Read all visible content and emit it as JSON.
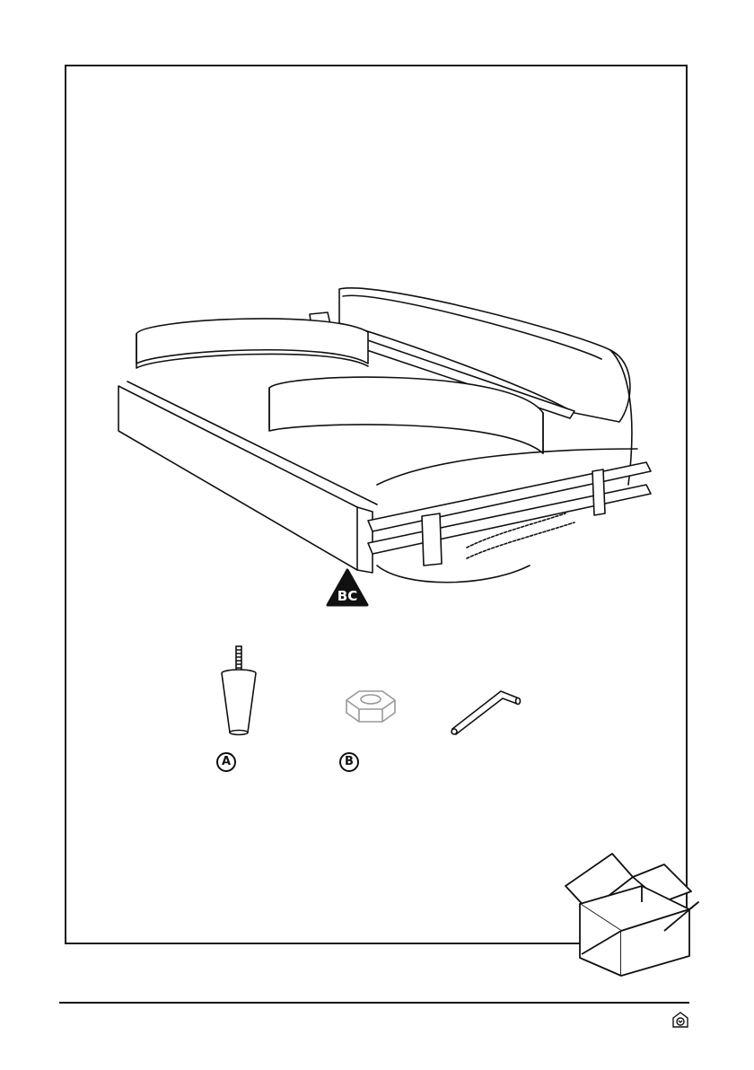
{
  "callouts": {
    "bc_tag": "BC",
    "part_a": "A",
    "part_b": "B"
  },
  "icons": {
    "sofa": "sofa-bed-illustration",
    "leg": "tapered-leg-icon",
    "nut": "hex-nut-icon",
    "key": "allen-key-icon",
    "box": "open-box-icon",
    "logo": "brand-logo-icon"
  },
  "colors": {
    "ink": "#111111",
    "paper": "#ffffff"
  }
}
